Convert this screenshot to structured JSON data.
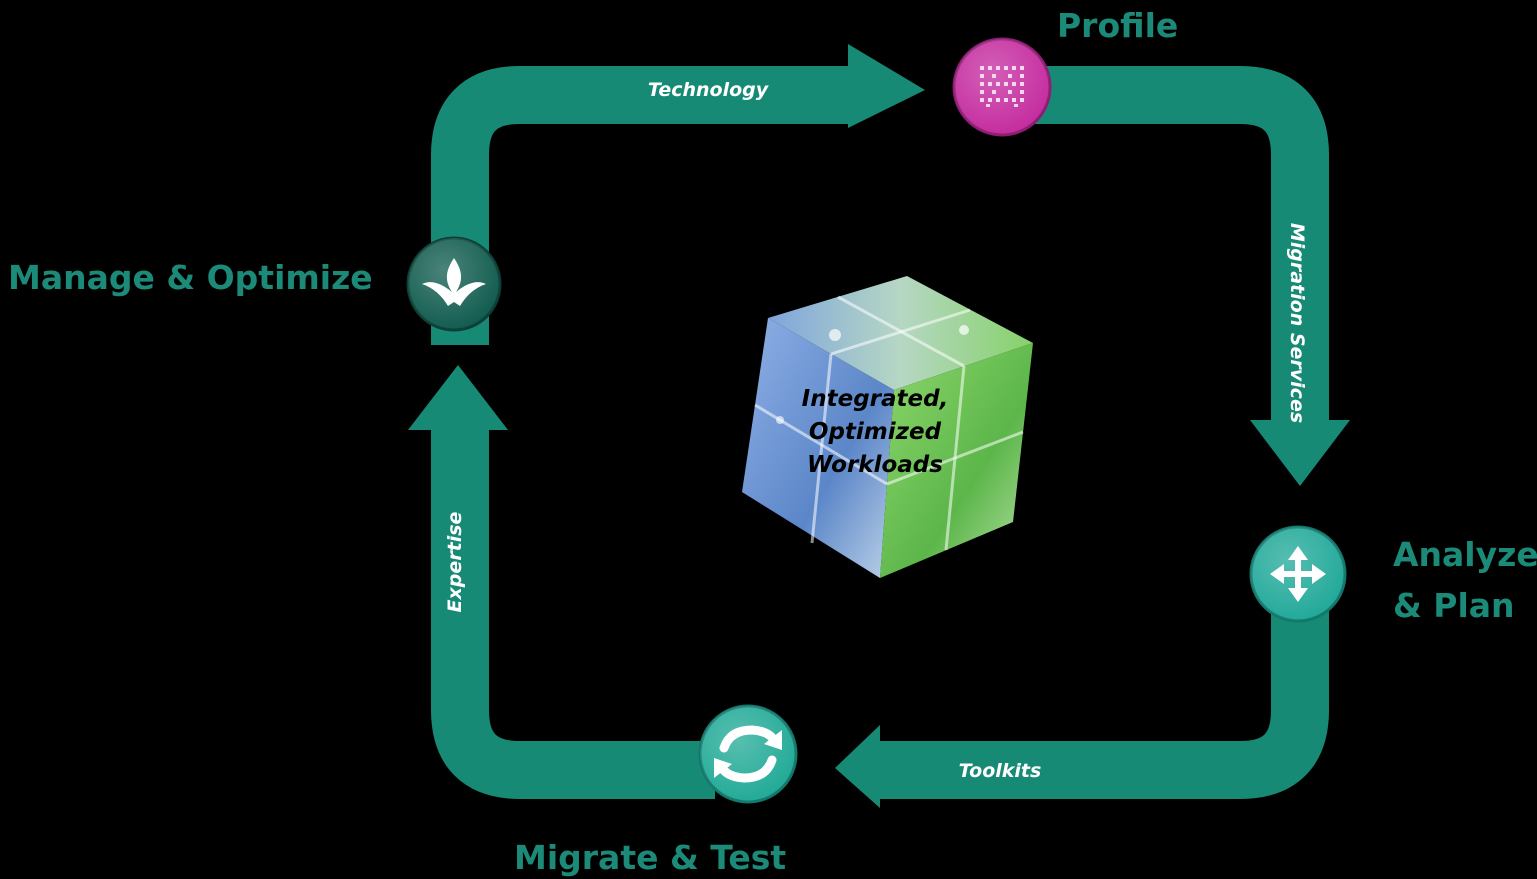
{
  "colors": {
    "background": "#000000",
    "loop": "#178a76",
    "label_text": "#1b8a79",
    "profile_node": "#c42a9e",
    "manage_node": "#0f5a4d",
    "analyze_node": "#1fa898",
    "migrate_node": "#20a996",
    "cube_blue": "#5b86c8",
    "cube_green": "#6fc25a"
  },
  "stages": {
    "profile": {
      "label": "Profile",
      "icon": "grid-dots-icon"
    },
    "analyze": {
      "label_line1": "Analyze",
      "label_line2": "& Plan",
      "icon": "move-arrows-icon"
    },
    "migrate": {
      "label": "Migrate & Test",
      "icon": "refresh-arrows-icon"
    },
    "manage": {
      "label": "Manage & Optimize",
      "icon": "fleur-de-lis-icon"
    }
  },
  "arrows": {
    "top": "Technology",
    "right": "Migration Services",
    "bottom": "Toolkits",
    "left": "Expertise"
  },
  "center": {
    "icon": "cube-icon",
    "line1": "Integrated,",
    "line2": "Optimized",
    "line3": "Workloads"
  }
}
